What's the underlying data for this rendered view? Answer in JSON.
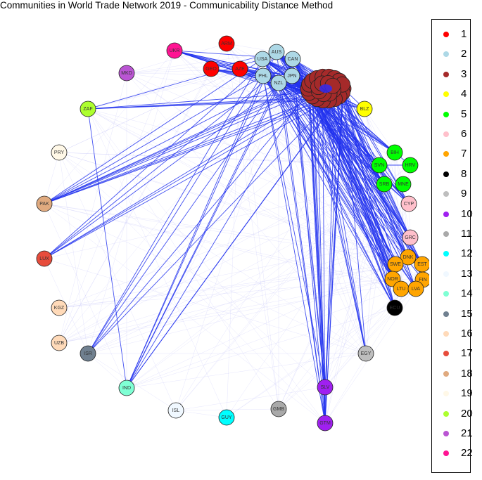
{
  "title": "Communities in World Trade Network 2019 - Communicability Distance Method",
  "legend": [
    {
      "label": "1",
      "color": "#FF0000"
    },
    {
      "label": "2",
      "color": "#ADD8E6"
    },
    {
      "label": "3",
      "color": "#A52A2A"
    },
    {
      "label": "4",
      "color": "#FFFF00"
    },
    {
      "label": "5",
      "color": "#00FF00"
    },
    {
      "label": "6",
      "color": "#FFC0CB"
    },
    {
      "label": "7",
      "color": "#FFA500"
    },
    {
      "label": "8",
      "color": "#000000"
    },
    {
      "label": "9",
      "color": "#BEBEBE"
    },
    {
      "label": "10",
      "color": "#A020F0"
    },
    {
      "label": "11",
      "color": "#A9A9A9"
    },
    {
      "label": "12",
      "color": "#00FFFF"
    },
    {
      "label": "13",
      "color": "#F0F8FF"
    },
    {
      "label": "14",
      "color": "#7FFFD4"
    },
    {
      "label": "15",
      "color": "#708090"
    },
    {
      "label": "16",
      "color": "#FFDAB9"
    },
    {
      "label": "17",
      "color": "#E74C3C"
    },
    {
      "label": "18",
      "color": "#E0AA7F"
    },
    {
      "label": "19",
      "color": "#FFF8E7"
    },
    {
      "label": "20",
      "color": "#ADFF2F"
    },
    {
      "label": "21",
      "color": "#BA55D3"
    },
    {
      "label": "22",
      "color": "#FF1493"
    }
  ],
  "nodes": [
    {
      "label": "ARM",
      "community": 1
    },
    {
      "label": "GEO",
      "community": 1
    },
    {
      "label": "AZE",
      "community": 1
    },
    {
      "label": "AUS",
      "community": 2
    },
    {
      "label": "USA",
      "community": 2
    },
    {
      "label": "CAN",
      "community": 2
    },
    {
      "label": "PHL",
      "community": 2
    },
    {
      "label": "JPN",
      "community": 2
    },
    {
      "label": "NZL",
      "community": 2
    },
    {
      "label": "",
      "community": 3
    },
    {
      "label": "BLZ",
      "community": 4
    },
    {
      "label": "BIH",
      "community": 5
    },
    {
      "label": "SVN",
      "community": 5
    },
    {
      "label": "HRV",
      "community": 5
    },
    {
      "label": "SRB",
      "community": 5
    },
    {
      "label": "MNE",
      "community": 5
    },
    {
      "label": "CYP",
      "community": 6
    },
    {
      "label": "GRC",
      "community": 6
    },
    {
      "label": "DNK",
      "community": 7
    },
    {
      "label": "SWE",
      "community": 7
    },
    {
      "label": "EST",
      "community": 7
    },
    {
      "label": "NOR",
      "community": 7
    },
    {
      "label": "FIN",
      "community": 7
    },
    {
      "label": "LTU",
      "community": 7
    },
    {
      "label": "LVA",
      "community": 7
    },
    {
      "label": "ECU",
      "community": 8
    },
    {
      "label": "EGY",
      "community": 9
    },
    {
      "label": "SLV",
      "community": 10
    },
    {
      "label": "GTM",
      "community": 10
    },
    {
      "label": "GMB",
      "community": 11
    },
    {
      "label": "GUY",
      "community": 12
    },
    {
      "label": "ISL",
      "community": 13
    },
    {
      "label": "IND",
      "community": 14
    },
    {
      "label": "ISR",
      "community": 15
    },
    {
      "label": "UZB",
      "community": 16
    },
    {
      "label": "KGZ",
      "community": 16
    },
    {
      "label": "LUX",
      "community": 17
    },
    {
      "label": "PAK",
      "community": 18
    },
    {
      "label": "PRY",
      "community": 19
    },
    {
      "label": "ZAF",
      "community": 20
    },
    {
      "label": "MKD",
      "community": 21
    },
    {
      "label": "UKR",
      "community": 22
    }
  ]
}
